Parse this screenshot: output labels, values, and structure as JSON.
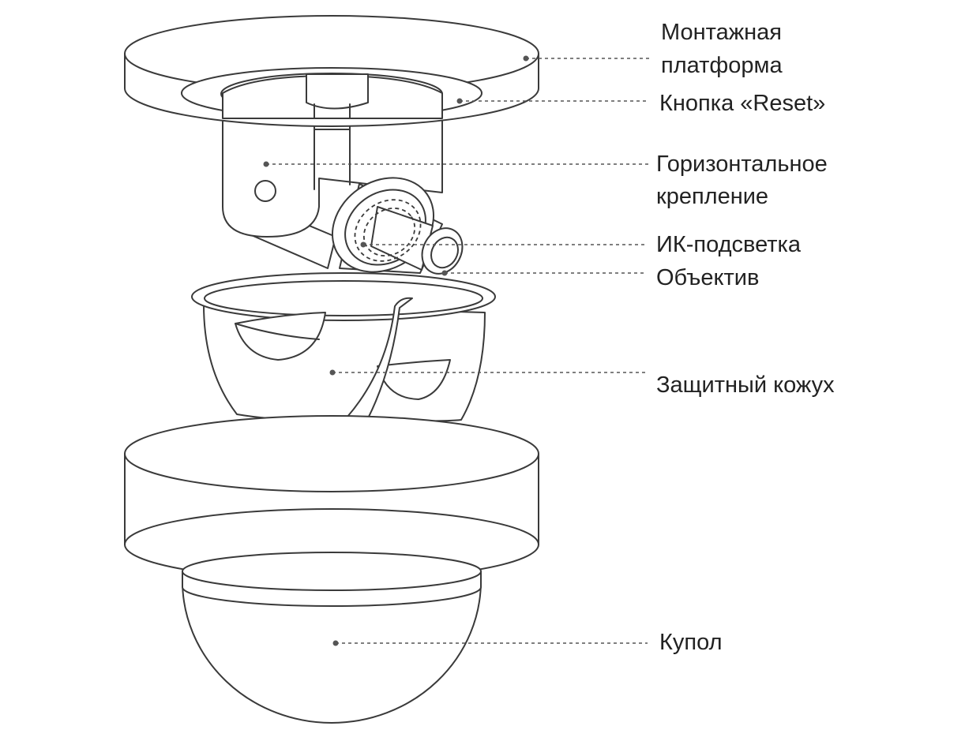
{
  "colors": {
    "line": "#3a3a3a",
    "leader": "#555555",
    "text": "#222222",
    "background": "#ffffff"
  },
  "labels": {
    "mounting_platform": [
      "Монтажная",
      "платформа"
    ],
    "reset_button": "Кнопка «Reset»",
    "horizontal_mount": [
      "Горизонтальное",
      "крепление"
    ],
    "ir_illumination": "ИК-подсветка",
    "lens": "Объектив",
    "protective_cover": "Защитный кожух",
    "dome": "Купол"
  }
}
